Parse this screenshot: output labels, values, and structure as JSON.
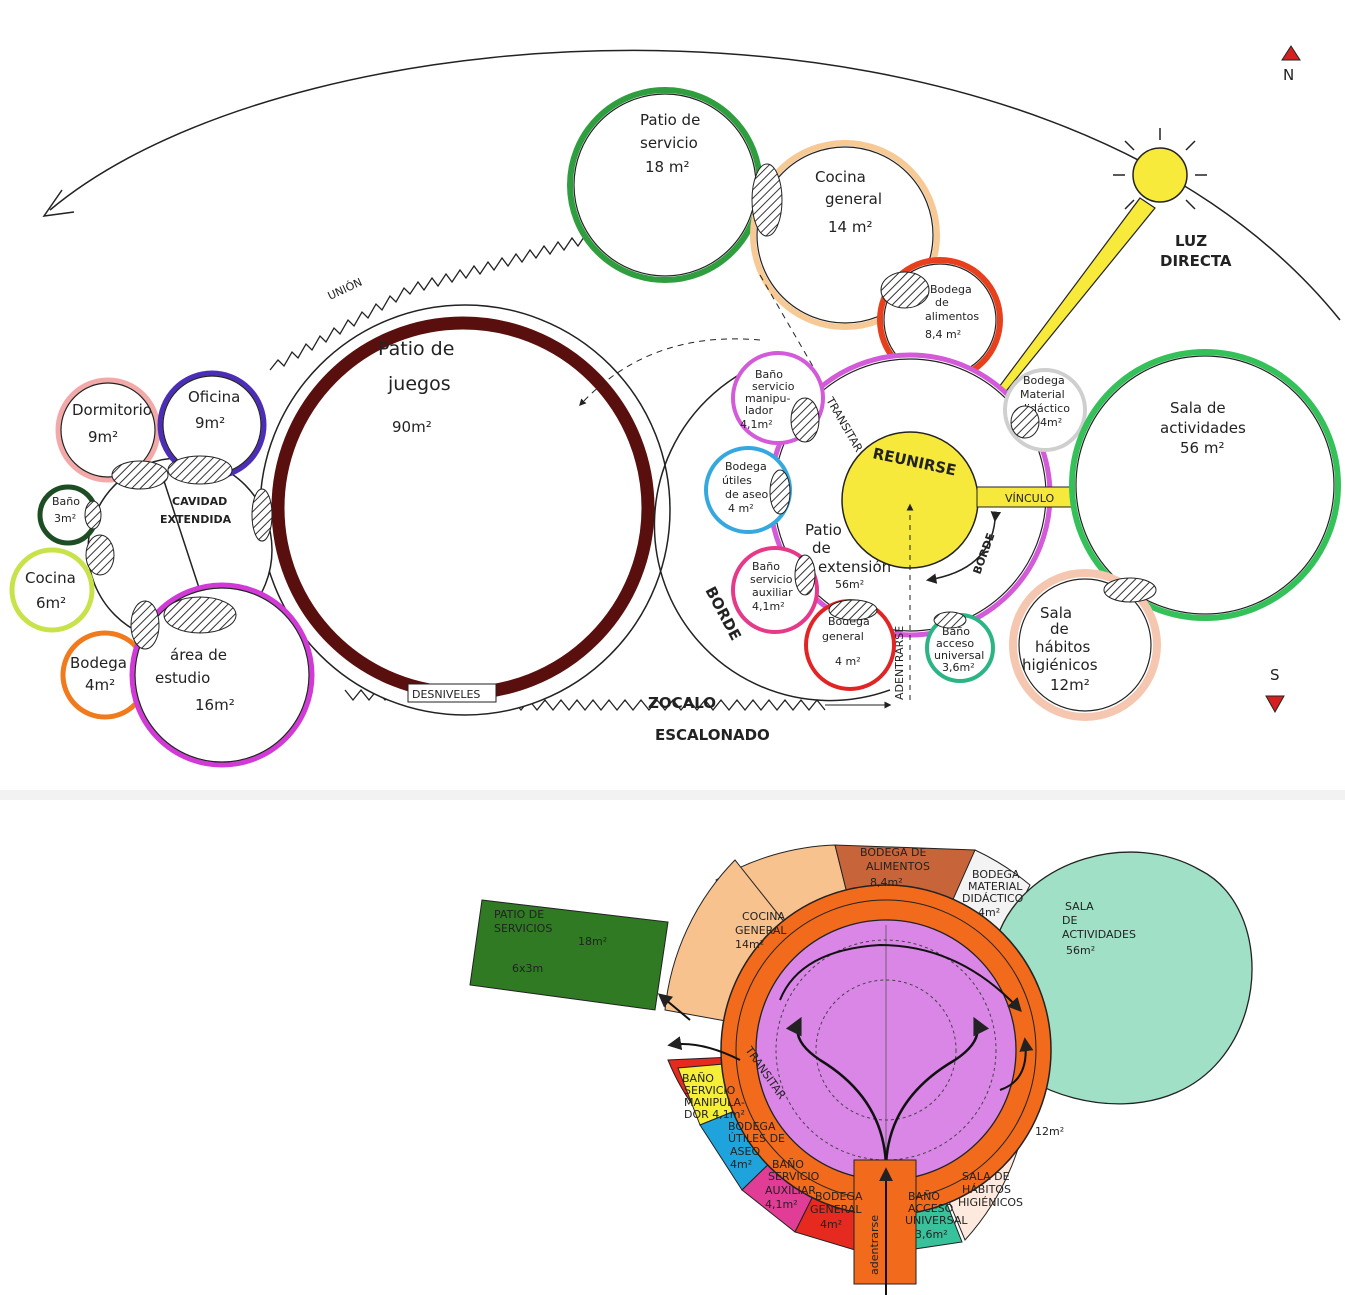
{
  "north": "N",
  "south": "S",
  "sun_label_1": "LUZ",
  "sun_label_2": "DIRECTA",
  "labels": {
    "union": "UNIÓN",
    "cavidad_1": "CAVIDAD",
    "cavidad_2": "EXTENDIDA",
    "desniveles": "DESNIVELES",
    "zocalo_1": "ZOCALO",
    "zocalo_2": "ESCALONADO",
    "borde_left": "BORDE",
    "borde_right": "BORDE",
    "transitar": "TRANSITAR",
    "adentrarse": "ADENTRARSE",
    "reunirse": "REUNIRSE",
    "vinculo": "VÍNCULO"
  },
  "rooms": {
    "patio_servicio": [
      "Patio de",
      "servicio",
      "18 m²"
    ],
    "cocina_general": [
      "Cocina",
      "general",
      "14 m²"
    ],
    "bodega_alimentos": [
      "Bodega",
      "de",
      "alimentos",
      "8,4 m²"
    ],
    "bodega_material": [
      "Bodega",
      "Material",
      "didáctico",
      "4m²"
    ],
    "sala_actividades": [
      "Sala de",
      "actividades",
      "56 m²"
    ],
    "sala_habitos": [
      "Sala",
      "de",
      "hábitos",
      "higiénicos",
      "12m²"
    ],
    "patio_juegos": [
      "Patio de",
      "juegos",
      "90m²"
    ],
    "patio_extension": [
      "Patio",
      "de",
      "extensión",
      "56m²"
    ],
    "bano_manipulador": [
      "Baño",
      "servicio",
      "manipu-",
      "lador",
      "4,1m²"
    ],
    "bodega_utiles": [
      "Bodega",
      "útiles",
      "de aseo",
      "4 m²"
    ],
    "bano_auxiliar": [
      "Baño",
      "servicio",
      "auxiliar",
      "4,1m²"
    ],
    "bodega_general": [
      "Bodega",
      "general",
      "4 m²"
    ],
    "bano_universal": [
      "Baño",
      "acceso",
      "universal",
      "3,6m²"
    ],
    "dormitorio": [
      "Dormitorio",
      "9m²"
    ],
    "oficina": [
      "Oficina",
      "9m²"
    ],
    "bano": [
      "Baño",
      "3m²"
    ],
    "cocina": [
      "Cocina",
      "6m²"
    ],
    "bodega": [
      "Bodega",
      "4m²"
    ],
    "area_estudio": [
      "área de",
      "estudio",
      "16m²"
    ]
  },
  "plan": {
    "patio_servicios": [
      "PATIO DE",
      "SERVICIOS",
      "18m²",
      "6x3m"
    ],
    "cocina_general": [
      "COCINA",
      "GENERAL",
      "14m²"
    ],
    "bodega_alimentos": [
      "BODEGA DE",
      "ALIMENTOS",
      "8,4m²"
    ],
    "bodega_material": [
      "BODEGA",
      "MATERIAL",
      "DIDÁCTICO",
      "4m²"
    ],
    "sala_actividades": [
      "SALA",
      "DE",
      "ACTIVIDADES",
      "56m²"
    ],
    "sala_habitos": [
      "SALA DE",
      "HÁBITOS",
      "HIGIÉNICOS"
    ],
    "area_12": "12m²",
    "bano_manipulador": [
      "BAÑO",
      "SERVICIO",
      "MANIPULA-",
      "DOR 4,1m²"
    ],
    "bodega_utiles": [
      "BODEGA",
      "ÚTILES DE",
      "ASEO",
      "4m²"
    ],
    "bano_auxiliar": [
      "BAÑO",
      "SERVICIO",
      "AUXILIAR",
      "4,1m²"
    ],
    "bodega_general": [
      "BODEGA",
      "GENERAL",
      "4m²"
    ],
    "bano_universal": [
      "BAÑO",
      "ACCESO",
      "UNIVERSAL",
      "3,6m²"
    ],
    "adentrarse": "adentrarse",
    "transitar": "TRANSITAR"
  },
  "colors": {
    "dark_red": "#5a0f0f",
    "green": "#2e9e3e",
    "orange": "#f26a1b",
    "violet": "#d89ae6",
    "yellow": "#f6e93c",
    "teal": "#7fd6b4"
  }
}
